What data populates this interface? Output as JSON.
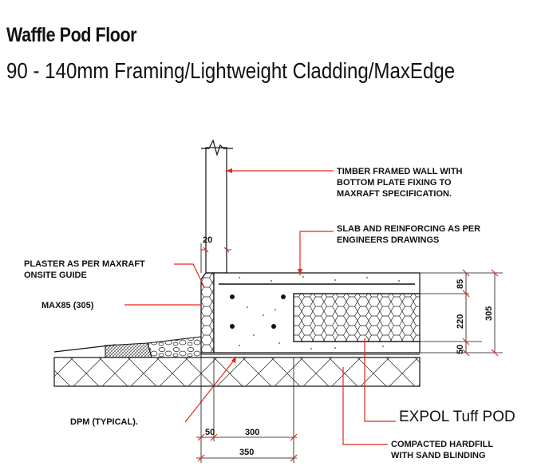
{
  "header": {
    "title": "Waffle Pod Floor",
    "subtitle": "90 - 140mm Framing/Lightweight Cladding/MaxEdge"
  },
  "labels": {
    "wall_1": "TIMBER FRAMED WALL WITH",
    "wall_2": "BOTTOM PLATE FIXING TO",
    "wall_3": "MAXRAFT SPECIFICATION.",
    "slab_1": "SLAB AND REINFORCING AS PER",
    "slab_2": "ENGINEERS DRAWINGS",
    "plaster_1": "PLASTER AS PER MAXRAFT",
    "plaster_2": "ONSITE GUIDE",
    "max85": "MAX85 (305)",
    "dpm": "DPM (TYPICAL).",
    "pod": "EXPOL Tuff POD",
    "hardfill_1": "COMPACTED HARDFILL",
    "hardfill_2": "WITH SAND BLINDING"
  },
  "dimensions": {
    "d20": "20",
    "d85": "85",
    "d220": "220",
    "d50v": "50",
    "d305": "305",
    "d50h": "50",
    "d300": "300",
    "d350": "350"
  },
  "colors": {
    "leader": "#e8261b",
    "line": "#111111"
  }
}
